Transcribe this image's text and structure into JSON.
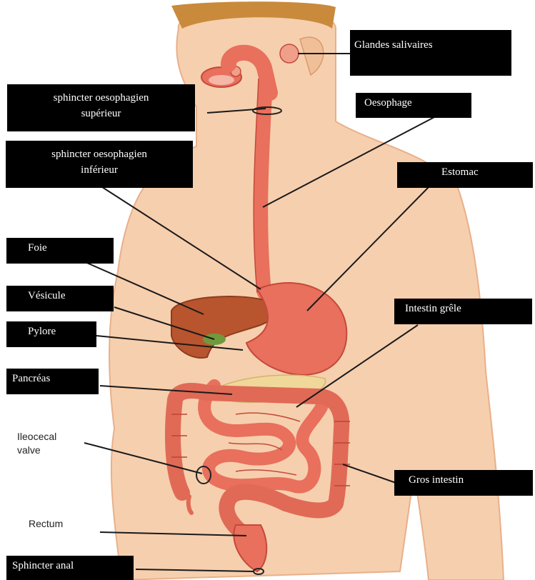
{
  "colors": {
    "skin": "#f6cfae",
    "skin_shadow": "#e8b08a",
    "organ": "#e8705c",
    "organ_dark": "#c4493b",
    "liver": "#b8552e",
    "gallbladder": "#6f9a3c",
    "pancreas": "#f0d79a",
    "hair": "#c98a3c",
    "label_bg": "#000000",
    "label_text": "#ffffff",
    "leader": "#1a1a1a"
  },
  "labels": {
    "glandes_salivaires": "Glandes salivaires",
    "sphincter_sup_1": "sphincter oesophagien",
    "sphincter_sup_2": "supérieur",
    "oesophage": "Oesophage",
    "sphincter_inf_1": "sphincter oesophagien",
    "sphincter_inf_2": "inférieur",
    "estomac": "Estomac",
    "foie": "Foie",
    "vesicule": "Vésicule",
    "pylore": "Pylore",
    "intestin_grele": "Intestin grêle",
    "pancreas": "Pancréas",
    "ileocecal_1": "Ileocecal",
    "ileocecal_2": "valve",
    "gros_intestin": "Gros intestin",
    "rectum": "Rectum",
    "sphincter_anal": "Sphincter anal"
  }
}
